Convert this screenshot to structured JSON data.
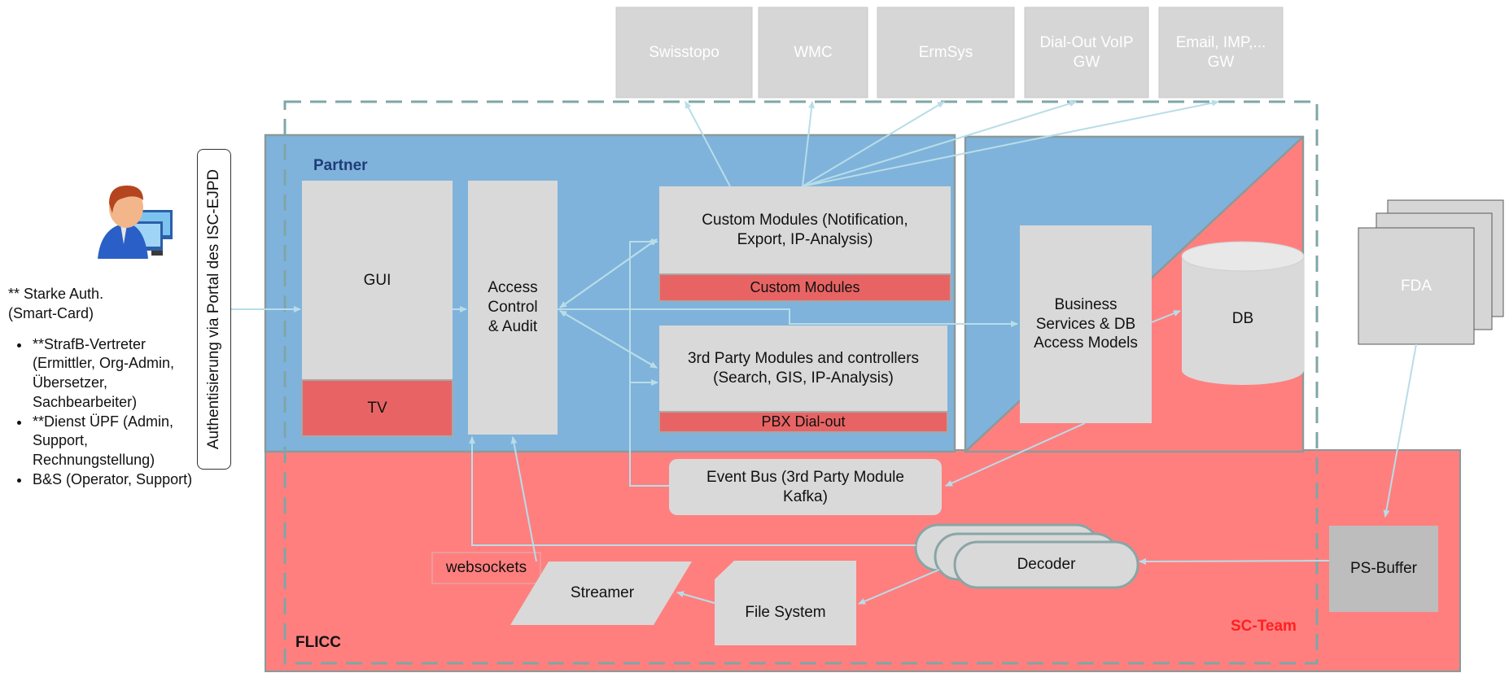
{
  "external_systems": [
    {
      "id": "swisstopo",
      "label": "Swisstopo"
    },
    {
      "id": "wmc",
      "label": "WMC"
    },
    {
      "id": "ermsys",
      "label": "ErmSys"
    },
    {
      "id": "dialout",
      "label": "Dial-Out VoIP\nGW"
    },
    {
      "id": "email",
      "label": "Email, IMP,...\nGW"
    }
  ],
  "user": {
    "auth_note": "** Starke Auth.\n(Smart-Card)",
    "roles": [
      "**StrafB-Vertreter (Ermittler, Org-Admin, Übersetzer, Sachbearbeiter)",
      "**Dienst ÜPF (Admin, Support, Rechnungstellung)",
      "B&S (Operator, Support)"
    ]
  },
  "portal_label": "Authentisierung via Portal des ISC-EJPD",
  "regions": {
    "partner": "Partner",
    "flicc": "FLICC",
    "sc_team": "SC-Team"
  },
  "components": {
    "gui": "GUI",
    "tv": "TV",
    "access_control": "Access\nControl\n& Audit",
    "custom_modules_desc": "Custom Modules (Notification,\nExport, IP-Analysis)",
    "custom_modules_bar": "Custom Modules",
    "third_party_desc": "3rd Party Modules and controllers\n(Search, GIS, IP-Analysis)",
    "pbx_bar": "PBX Dial-out",
    "business_services": "Business\nServices & DB\nAccess Models",
    "db": "DB",
    "event_bus": "Event Bus (3rd Party Module\nKafka)",
    "websockets": "websockets",
    "streamer": "Streamer",
    "file_system": "File System",
    "decoder": "Decoder",
    "ps_buffer": "PS-Buffer",
    "fda": "FDA"
  },
  "colors": {
    "partner_blue": "#7fb3db",
    "flicc_red": "#ff7f7f",
    "bar_red": "#e86464",
    "box_gray": "#d9d9d9",
    "ext_gray": "#d6d6d6",
    "arrow": "#b8dde8",
    "dashed": "#7fa6a6",
    "partner_title": "#1f3c78",
    "sc_title": "#ff2020"
  }
}
